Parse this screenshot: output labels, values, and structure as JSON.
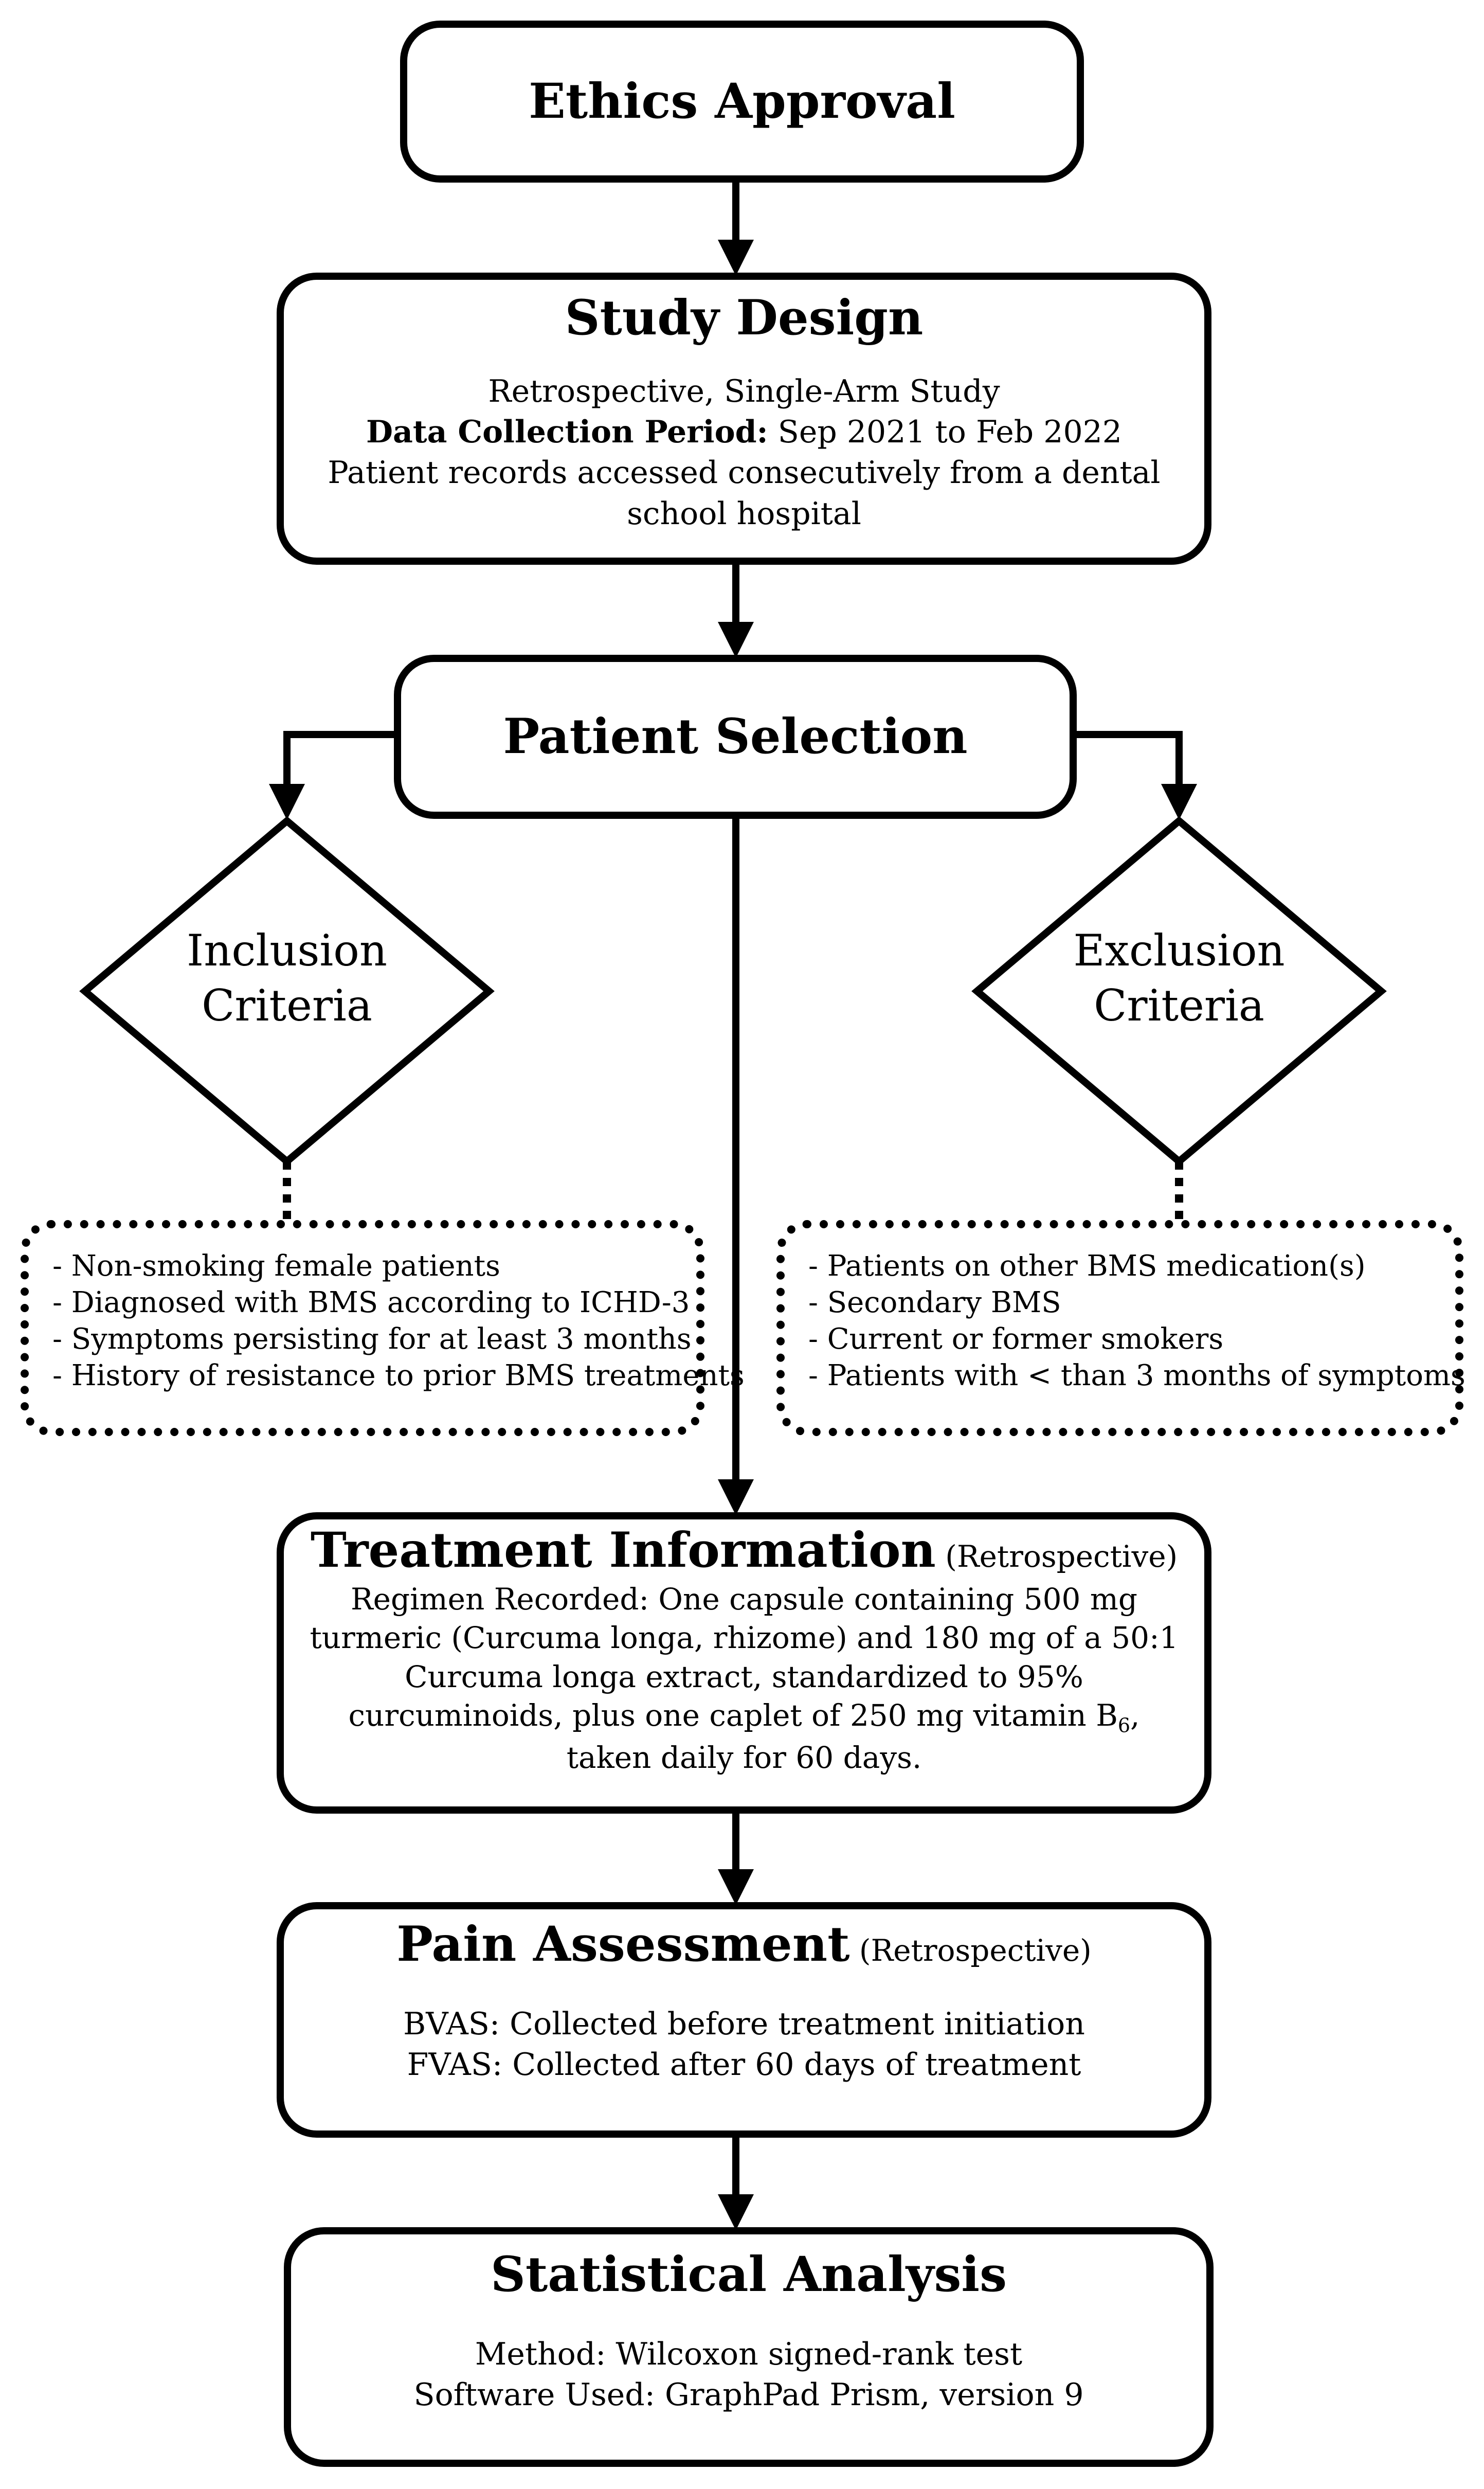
{
  "ethics": {
    "title": "Ethics Approval"
  },
  "design": {
    "title": "Study Design",
    "line1": "Retrospective, Single-Arm Study",
    "period_label": "Data Collection Period:",
    "period_value": " Sep 2021 to Feb 2022",
    "line3": "Patient records accessed consecutively from a dental school hospital"
  },
  "selection": {
    "title": "Patient Selection"
  },
  "inclusion": {
    "label_line1": "Inclusion",
    "label_line2": "Criteria",
    "items": [
      "- Non-smoking female patients",
      "- Diagnosed with BMS according to ICHD-3",
      "- Symptoms persisting for at least 3 months",
      "- History of resistance to prior BMS treatments"
    ]
  },
  "exclusion": {
    "label_line1": "Exclusion",
    "label_line2": "Criteria",
    "items": [
      "- Patients on other BMS medication(s)",
      "- Secondary BMS",
      "- Current or former smokers",
      "- Patients with < than 3 months of symptoms"
    ]
  },
  "treatment": {
    "title": "Treatment Information",
    "subtitle": " (Retrospective)",
    "text_before_sub": "Regimen Recorded: One capsule containing 500 mg turmeric (Curcuma longa, rhizome) and 180 mg of a 50:1 Curcuma longa extract, standardized to 95% curcuminoids, plus one caplet of 250 mg vitamin B",
    "subscript": "6",
    "text_after_sub": ", taken daily for 60 days."
  },
  "pain": {
    "title": "Pain Assessment",
    "subtitle": " (Retrospective)",
    "line1": "BVAS: Collected before treatment initiation",
    "line2": "FVAS: Collected after 60 days of treatment"
  },
  "stats": {
    "title": "Statistical Analysis",
    "line1": "Method: Wilcoxon signed-rank test",
    "line2": "Software Used: GraphPad Prism, version 9"
  }
}
